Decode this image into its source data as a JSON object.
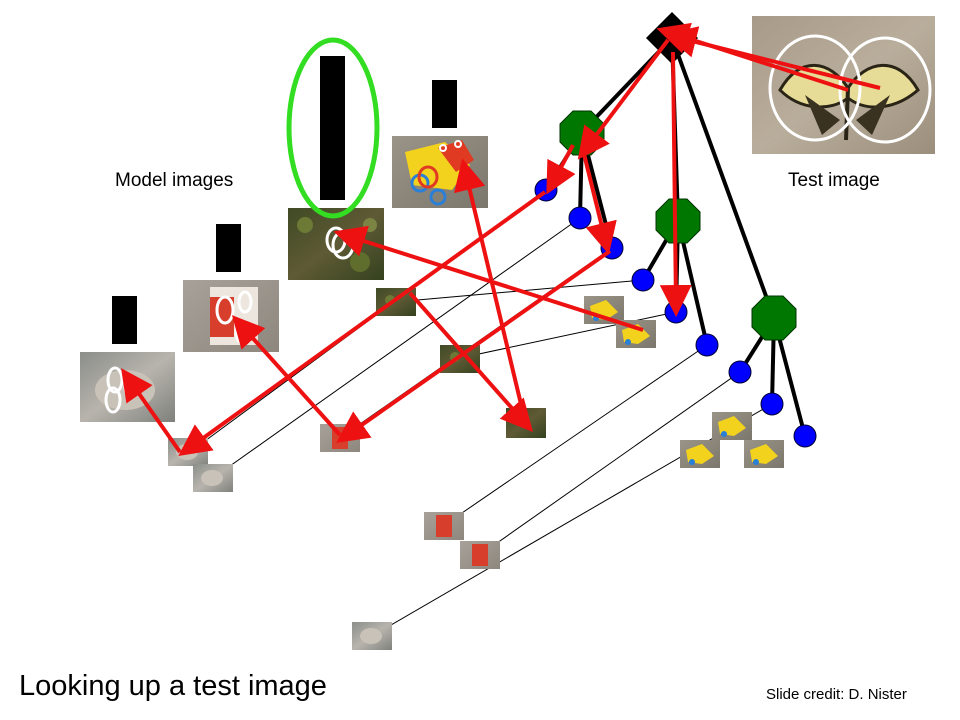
{
  "slide": {
    "title": "Looking up a test image",
    "credit": "Slide credit: D. Nister",
    "model_images_label": "Model images",
    "test_image_label": "Test image"
  },
  "colors": {
    "root": "#000000",
    "inner_node": "#007700",
    "leaf_node": "#0000ff",
    "match_arrow": "#ee1111",
    "selected_highlight": "#33dd22",
    "score_bar": "#000000",
    "feature_ellipse": "#ffffff"
  },
  "vocabulary_tree": {
    "root_node": "root",
    "inner_nodes": [
      "node-a",
      "node-b",
      "node-c"
    ],
    "leaf_nodes": [
      "leaf-a1",
      "leaf-a2",
      "leaf-a3",
      "leaf-b1",
      "leaf-b2",
      "leaf-b3",
      "leaf-c1",
      "leaf-c2",
      "leaf-c3"
    ]
  },
  "model_images": [
    {
      "name": "model-image-face",
      "content": "face"
    },
    {
      "name": "model-image-carton",
      "content": "carton"
    },
    {
      "name": "model-image-plant",
      "content": "plant",
      "selected": true
    },
    {
      "name": "model-image-toy",
      "content": "toy"
    }
  ],
  "test_image": {
    "content": "butterfly"
  }
}
